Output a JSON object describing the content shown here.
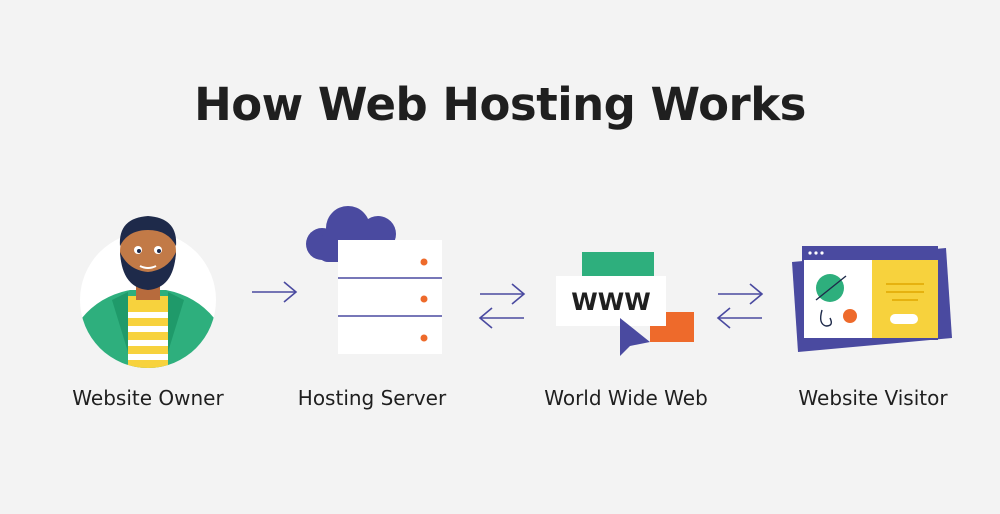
{
  "title": "How Web Hosting Works",
  "steps": [
    {
      "label": "Website Owner",
      "icon": "person-avatar-icon"
    },
    {
      "label": "Hosting Server",
      "icon": "cloud-server-icon"
    },
    {
      "label": "World Wide Web",
      "icon": "www-cursor-icon"
    },
    {
      "label": "Website Visitor",
      "icon": "browser-window-icon"
    }
  ],
  "www_text": "WWW",
  "connectors": [
    "arrow-right-icon",
    "bidirectional-arrows-icon",
    "bidirectional-arrows-icon"
  ],
  "colors": {
    "background": "#f3f3f3",
    "navy": "#4a4aa0",
    "green": "#2eaf7d",
    "orange": "#ee6a2b",
    "yellow": "#f7d23d",
    "text": "#1f1f1f"
  }
}
